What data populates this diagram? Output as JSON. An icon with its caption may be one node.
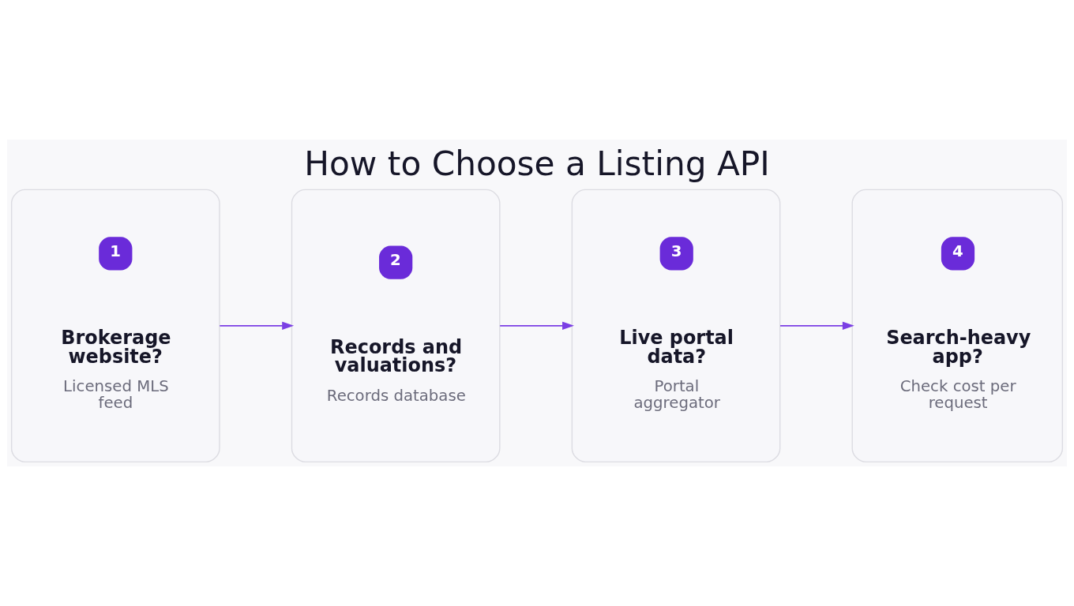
{
  "diagram": {
    "title": "How to Choose a Listing API",
    "nodes": [
      {
        "text": [
          "1",
          "Brokerage website?",
          "Licensed MLS feed"
        ]
      },
      {
        "text": [
          "2",
          "Records and valuations?",
          "Records database"
        ]
      },
      {
        "text": [
          "3",
          "Live portal data?",
          "Portal aggregator"
        ]
      },
      {
        "text": [
          "4",
          "Search-heavy app?",
          "Check cost per request"
        ]
      }
    ],
    "edges": [
      {
        "from": 0,
        "to": 1,
        "arrow": "to"
      },
      {
        "from": 1,
        "to": 2,
        "arrow": "to"
      },
      {
        "from": 2,
        "to": 3,
        "arrow": "to"
      }
    ]
  }
}
